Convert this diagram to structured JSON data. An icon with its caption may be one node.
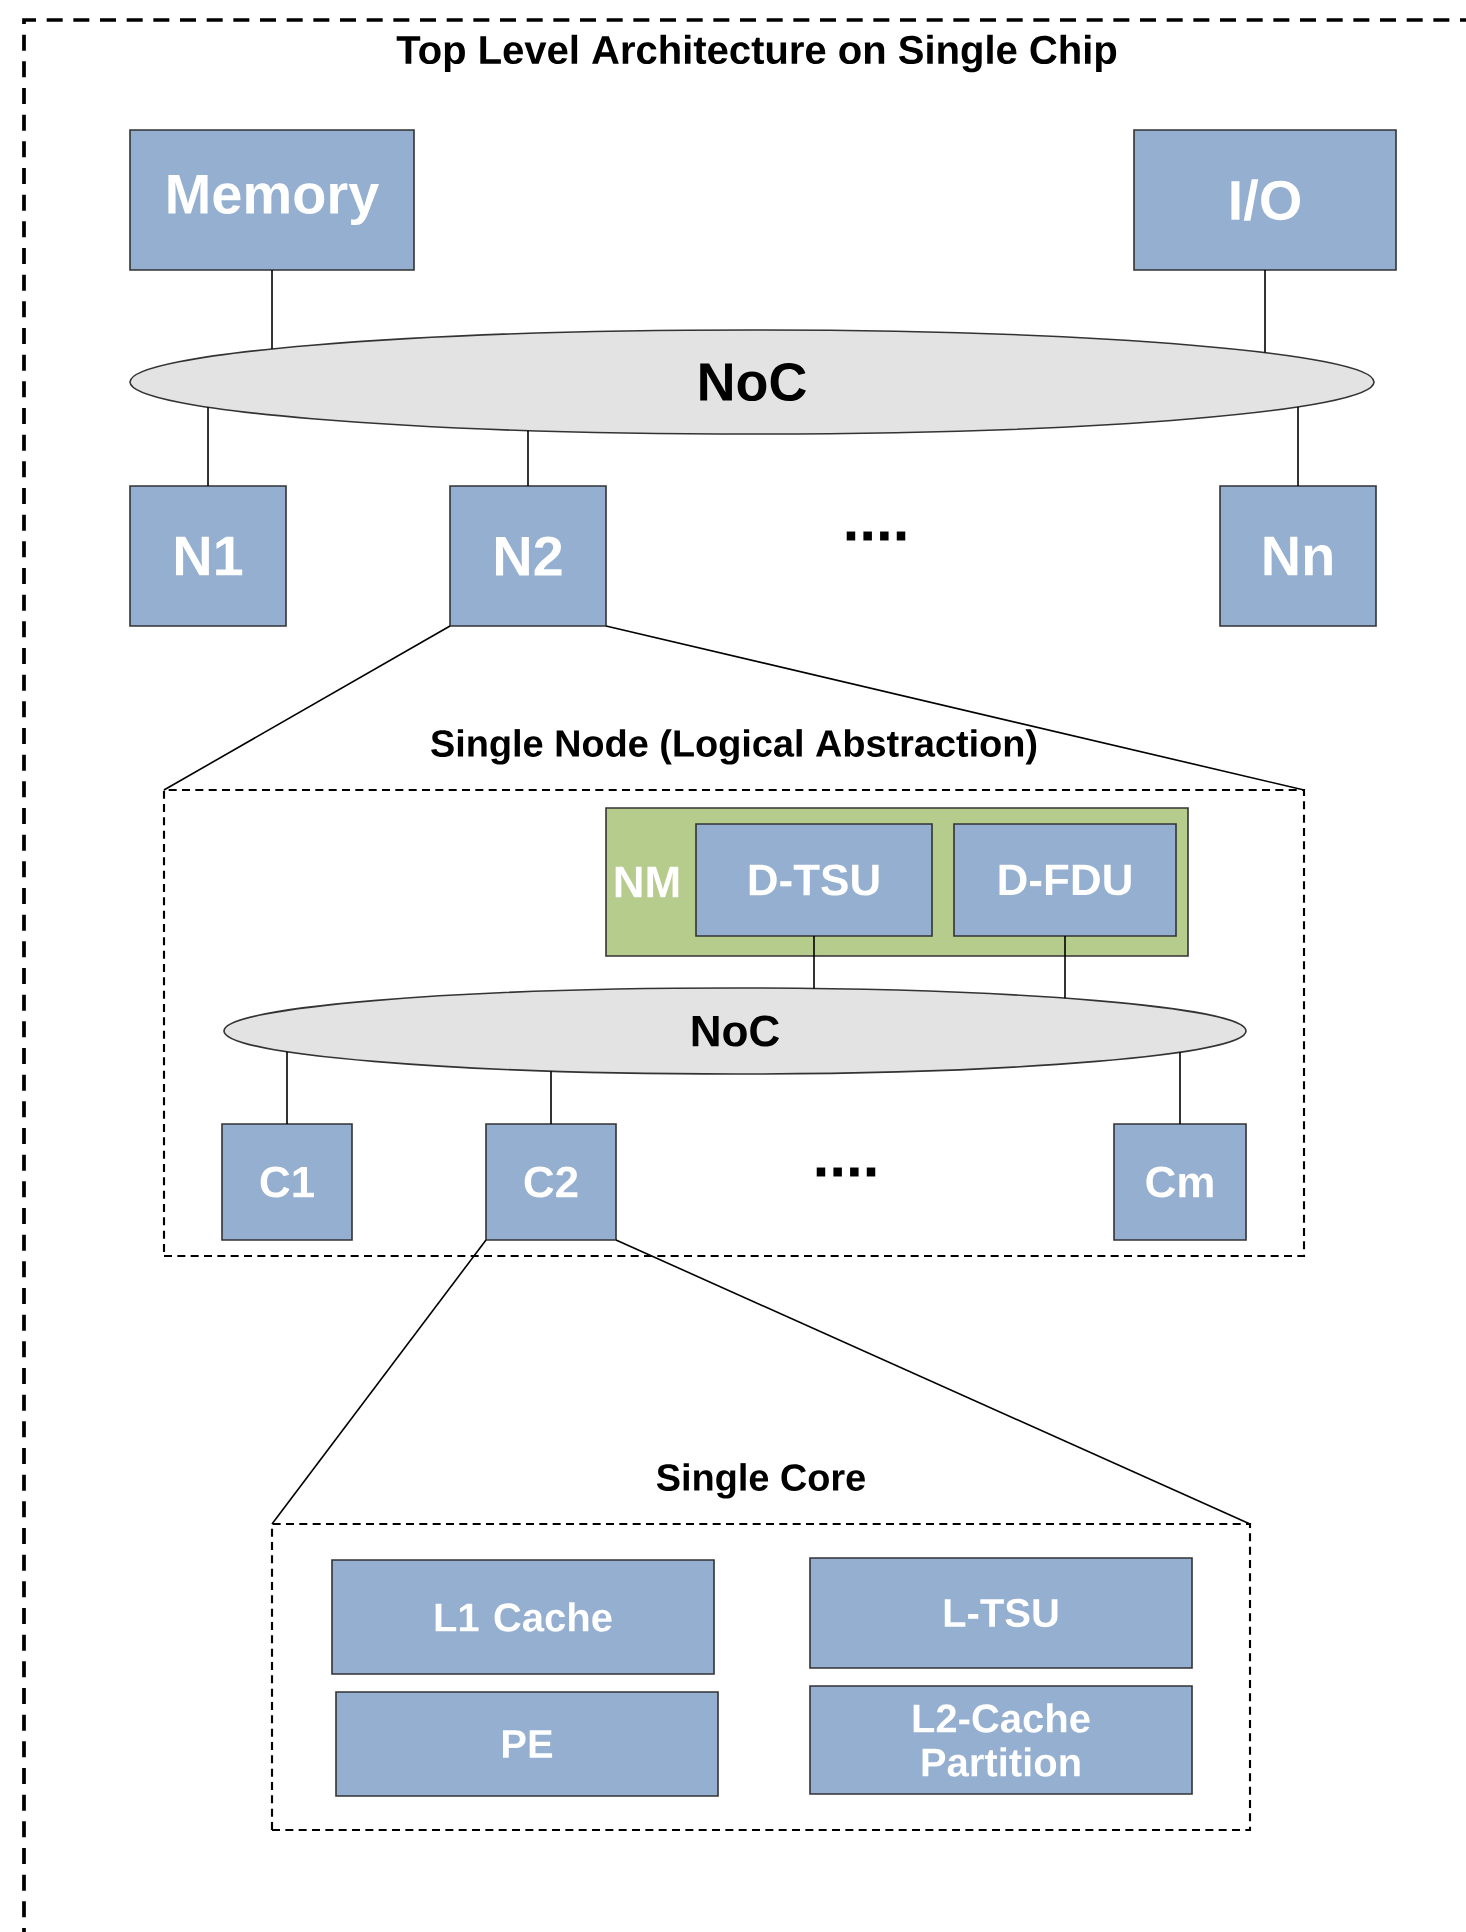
{
  "diagram": {
    "nodes": [
      {
        "text": [
          "Top Level Architecture on Single Chip"
        ]
      },
      {
        "text": [
          "Memory"
        ],
        "in": 0
      },
      {
        "text": [
          "I/O"
        ],
        "in": 0
      },
      {
        "text": [
          "NoC"
        ],
        "in": 0
      },
      {
        "text": [
          "N1"
        ],
        "in": 0
      },
      {
        "text": [
          "N2"
        ],
        "in": 0
      },
      {
        "text": [
          "Nn"
        ],
        "in": 0
      },
      {
        "text": [
          "Single Node (Logical Abstraction)"
        ],
        "in": 0
      },
      {
        "text": [
          "NM"
        ],
        "in": 7
      },
      {
        "text": [
          "D-TSU"
        ],
        "in": 8
      },
      {
        "text": [
          "D-FDU"
        ],
        "in": 8
      },
      {
        "text": [
          "NoC"
        ],
        "in": 7
      },
      {
        "text": [
          "C1"
        ],
        "in": 7
      },
      {
        "text": [
          "C2"
        ],
        "in": 7
      },
      {
        "text": [
          "Cm"
        ],
        "in": 7
      },
      {
        "text": [
          "Single Core"
        ],
        "in": 0
      },
      {
        "text": [
          "L1 Cache"
        ],
        "in": 15
      },
      {
        "text": [
          "L-TSU"
        ],
        "in": 15
      },
      {
        "text": [
          "PE"
        ],
        "in": 15
      },
      {
        "text": [
          "L2-Cache Partition"
        ],
        "in": 15
      }
    ],
    "edges": [
      {
        "from": 1,
        "to": 3,
        "arrow": "none"
      },
      {
        "from": 2,
        "to": 3,
        "arrow": "none"
      },
      {
        "from": 3,
        "to": 4,
        "arrow": "none"
      },
      {
        "from": 3,
        "to": 5,
        "arrow": "none"
      },
      {
        "from": 3,
        "to": 6,
        "arrow": "none"
      },
      {
        "from": 5,
        "to": 7,
        "arrow": "none"
      },
      {
        "from": 5,
        "to": 7,
        "arrow": "none"
      },
      {
        "from": 9,
        "to": 11,
        "arrow": "none"
      },
      {
        "from": 10,
        "to": 11,
        "arrow": "none"
      },
      {
        "from": 11,
        "to": 12,
        "arrow": "none"
      },
      {
        "from": 11,
        "to": 13,
        "arrow": "none"
      },
      {
        "from": 11,
        "to": 14,
        "arrow": "none"
      },
      {
        "from": 13,
        "to": 15,
        "arrow": "none"
      },
      {
        "from": 13,
        "to": 15,
        "arrow": "none"
      }
    ],
    "labels": [
      "....",
      "...."
    ]
  }
}
